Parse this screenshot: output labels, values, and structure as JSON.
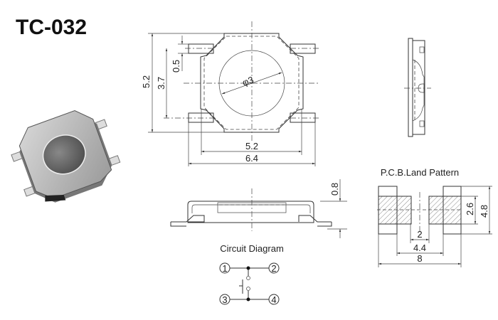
{
  "title": "TC-032",
  "top_view": {
    "dim_total_height": "5.2",
    "dim_pin_pitch": "3.7",
    "dim_pin_width": "0.5",
    "dim_diameter": "φ3",
    "dim_body_width": "5.2",
    "dim_total_width": "6.4"
  },
  "side_view": {
    "dim_height": "0.8"
  },
  "pcb": {
    "title": "P.C.B.Land Pattern",
    "dim_gap": "2",
    "dim_inner": "4.4",
    "dim_outer": "8",
    "dim_pad_height": "2.6",
    "dim_total_height": "4.8"
  },
  "circuit": {
    "title": "Circuit Diagram",
    "pins": [
      "1",
      "2",
      "3",
      "4"
    ]
  }
}
